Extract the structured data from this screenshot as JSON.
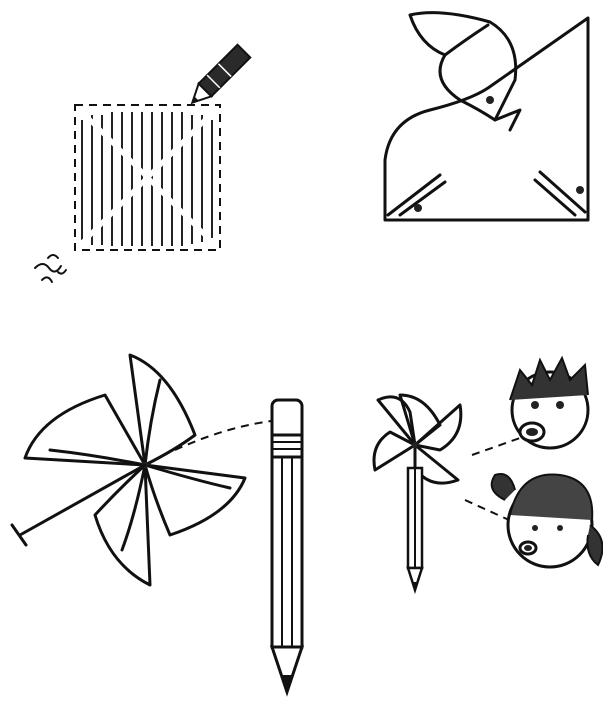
{
  "figure": {
    "colors": {
      "ink": "#111111",
      "paper": "#ffffff"
    },
    "steps": [
      {
        "id": "step-1",
        "description_icon": "square-paper-with-diagonal-cuts-and-pencil-icon"
      },
      {
        "id": "step-2",
        "description_icon": "folded-pinwheel-corners-icon"
      },
      {
        "id": "step-3",
        "description_icon": "pinwheel-with-pin-and-pencil-icon"
      },
      {
        "id": "step-4",
        "description_icon": "finished-pinwheel-blown-by-children-icon"
      }
    ]
  }
}
